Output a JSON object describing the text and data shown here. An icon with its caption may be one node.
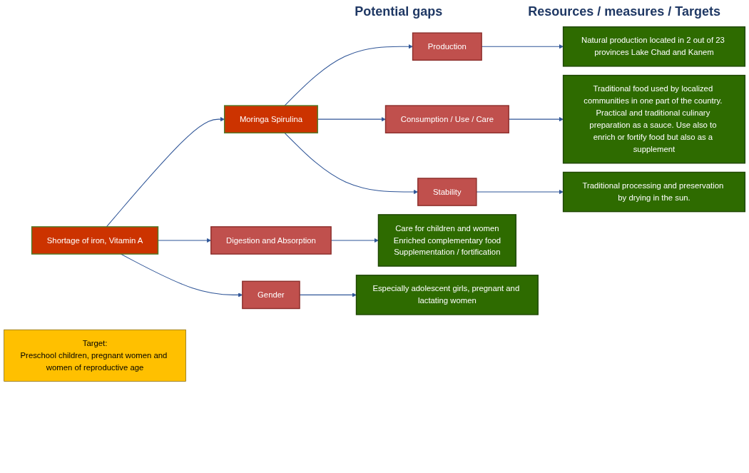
{
  "diagram": {
    "nodes": [
      {
        "text": [
          "Shortage of iron, Vitamin A"
        ]
      },
      {
        "text": [
          "Moringa Spirulina"
        ]
      },
      {
        "text": [
          "Production"
        ]
      },
      {
        "text": [
          "Consumption / Use / Care"
        ]
      },
      {
        "text": [
          "Stability"
        ]
      },
      {
        "text": [
          "Digestion and Absorption"
        ]
      },
      {
        "text": [
          "Gender"
        ]
      },
      {
        "text": [
          "Natural production located in 2 out of 23 provinces Lake Chad and Kanem"
        ]
      },
      {
        "text": [
          "Traditional food used by localized communities in one part of the country. Practical and traditional culinary preparation as a sauce. Use also to enrich or fortify food but also as a supplement"
        ]
      },
      {
        "text": [
          "Traditional processing and preservation by drying in the sun."
        ]
      },
      {
        "text": [
          "Care for children and women",
          "Enriched complementary food",
          "Supplementation / fortification"
        ]
      },
      {
        "text": [
          "Especially adolescent girls, pregnant and lactating women"
        ]
      },
      {
        "text": [
          "Target:",
          "Preschool children, pregnant women and women of reproductive age"
        ]
      }
    ],
    "edges": [
      {
        "from": 0,
        "to": 1,
        "arrow": "to"
      },
      {
        "from": 0,
        "to": 5,
        "arrow": "to"
      },
      {
        "from": 0,
        "to": 6,
        "arrow": "to"
      },
      {
        "from": 1,
        "to": 2,
        "arrow": "to"
      },
      {
        "from": 1,
        "to": 3,
        "arrow": "to"
      },
      {
        "from": 1,
        "to": 4,
        "arrow": "to"
      },
      {
        "from": 2,
        "to": 7,
        "arrow": "to"
      },
      {
        "from": 3,
        "to": 8,
        "arrow": "to"
      },
      {
        "from": 4,
        "to": 9,
        "arrow": "to"
      },
      {
        "from": 5,
        "to": 10,
        "arrow": "to"
      },
      {
        "from": 6,
        "to": 11,
        "arrow": "to"
      }
    ],
    "labels": [
      "Potential gaps",
      "Resources / measures / Targets"
    ]
  }
}
